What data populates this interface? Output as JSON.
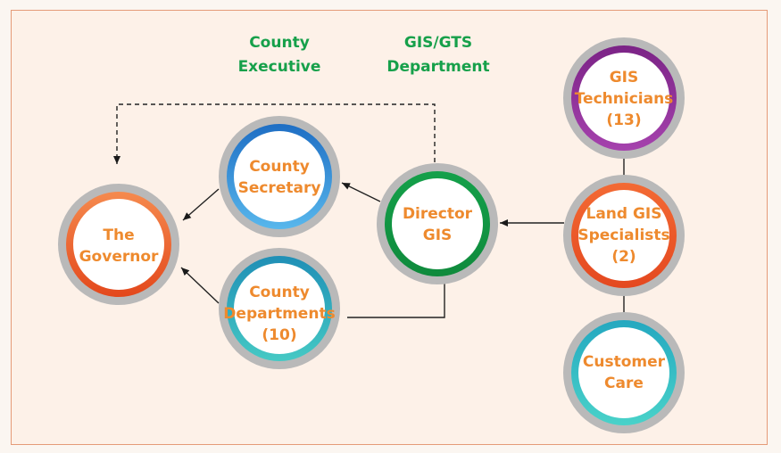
{
  "diagram": {
    "headers": {
      "county_executive": "County\nExecutive",
      "gis_gts_department": "GIS/GTS\nDepartment"
    },
    "nodes": {
      "governor": {
        "label": "The\nGovernor",
        "ring": "#f0592a"
      },
      "county_secretary": {
        "label": "County\nSecretary",
        "ring": "#2f8fd6"
      },
      "county_departments": {
        "label": "County\nDepartments\n(10)",
        "ring": "#25b3b3"
      },
      "director_gis": {
        "label": "Director\nGIS",
        "ring": "#18a14a"
      },
      "gis_technicians": {
        "label": "GIS\nTechnicians\n(13)",
        "ring": "#8e2d96"
      },
      "land_gis_specialists": {
        "label": "Land GIS\nSpecialists\n(2)",
        "ring": "#f0592a"
      },
      "customer_care": {
        "label": "Customer\nCare",
        "ring": "#25b3b3"
      }
    }
  }
}
